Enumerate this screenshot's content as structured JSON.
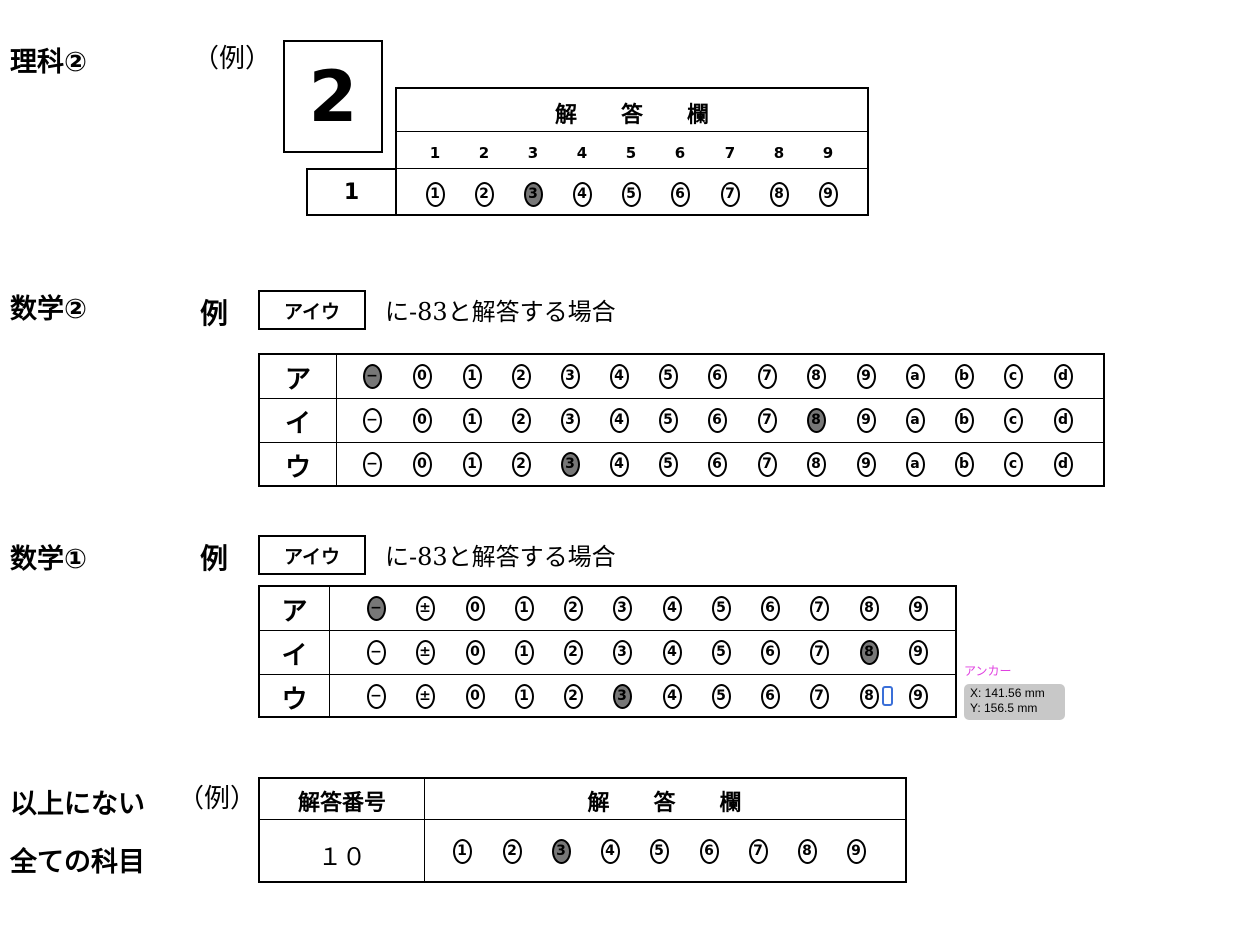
{
  "science2": {
    "label": "理科②",
    "example": "（例）",
    "big_number": "2",
    "header": "解　　答　　欄",
    "numbers": [
      "1",
      "2",
      "3",
      "4",
      "5",
      "6",
      "7",
      "8",
      "9"
    ],
    "row_label": "1",
    "bubbles": [
      "1",
      "2",
      "3",
      "4",
      "5",
      "6",
      "7",
      "8",
      "9"
    ],
    "marked": [
      2
    ]
  },
  "math2": {
    "label": "数学②",
    "example": "例",
    "box": "アイウ",
    "sentence": "に‑83と解答する場合",
    "bubbles": [
      "−",
      "0",
      "1",
      "2",
      "3",
      "4",
      "5",
      "6",
      "7",
      "8",
      "9",
      "a",
      "b",
      "c",
      "d"
    ],
    "rows": [
      {
        "label": "ア",
        "marked": 0
      },
      {
        "label": "イ",
        "marked": 9
      },
      {
        "label": "ウ",
        "marked": 4
      }
    ]
  },
  "math1": {
    "label": "数学①",
    "example": "例",
    "box": "アイウ",
    "sentence": "に‑83と解答する場合",
    "bubbles": [
      "−",
      "±",
      "0",
      "1",
      "2",
      "3",
      "4",
      "5",
      "6",
      "7",
      "8",
      "9"
    ],
    "rows": [
      {
        "label": "ア",
        "marked": 0
      },
      {
        "label": "イ",
        "marked": 10
      },
      {
        "label": "ウ",
        "marked": 5
      }
    ]
  },
  "other": {
    "label_line1": "以上にない",
    "label_line2": "全ての科目",
    "example": "（例）",
    "col1_header": "解答番号",
    "col2_header": "解　　答　　欄",
    "answer_number": "１０",
    "bubbles": [
      "1",
      "2",
      "3",
      "4",
      "5",
      "6",
      "7",
      "8",
      "9"
    ],
    "marked": [
      2
    ]
  },
  "overlay": {
    "anchor_label": "アンカー",
    "x_readout": "X: 141.56 mm",
    "y_readout": "Y: 156.5 mm"
  },
  "colors": {
    "mark": "#777777",
    "anchor": "#e040e0",
    "handle": "#3a6fd8"
  }
}
